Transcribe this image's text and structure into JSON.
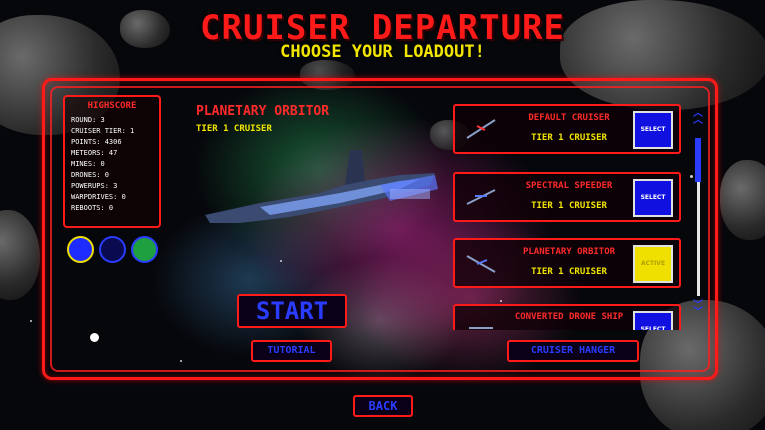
{
  "title": "CRUISER DEPARTURE",
  "subtitle": "CHOOSE YOUR LOADOUT!",
  "highscore": {
    "heading": "HIGHSCORE",
    "lines": [
      "ROUND: 3",
      "CRUISER TIER: 1",
      "POINTS: 4306",
      "METEORS: 47",
      "MINES: 0",
      "DRONES: 0",
      "POWERUPS: 3",
      "WARPDRIVES: 0",
      "REBOOTS: 0"
    ]
  },
  "color_options": [
    {
      "fill": "#1f2cff",
      "ring": "#f0e000"
    },
    {
      "fill": "#0a0a50",
      "ring": "#2a3cff"
    },
    {
      "fill": "#1fa040",
      "ring": "#2a3cff"
    }
  ],
  "selected_ship": {
    "name": "PLANETARY ORBITOR",
    "tier": "TIER 1 CRUISER"
  },
  "loadout": [
    {
      "name": "DEFAULT CRUISER",
      "tier": "TIER 1 CRUISER",
      "button": "SELECT",
      "active": false
    },
    {
      "name": "SPECTRAL SPEEDER",
      "tier": "TIER 1 CRUISER",
      "button": "SELECT",
      "active": false
    },
    {
      "name": "PLANETARY ORBITOR",
      "tier": "TIER 1 CRUISER",
      "button": "ACTIVE",
      "active": true
    },
    {
      "name": "CONVERTED DRONE SHIP",
      "tier": "",
      "button": "SELECT",
      "active": false
    }
  ],
  "buttons": {
    "start": "START",
    "tutorial": "TUTORIAL",
    "hangar": "CRUISER HANGER",
    "back": "BACK"
  },
  "colors": {
    "frame": "#ff1a1a",
    "accent_blue": "#2a3cff",
    "accent_yellow": "#f2e600"
  }
}
